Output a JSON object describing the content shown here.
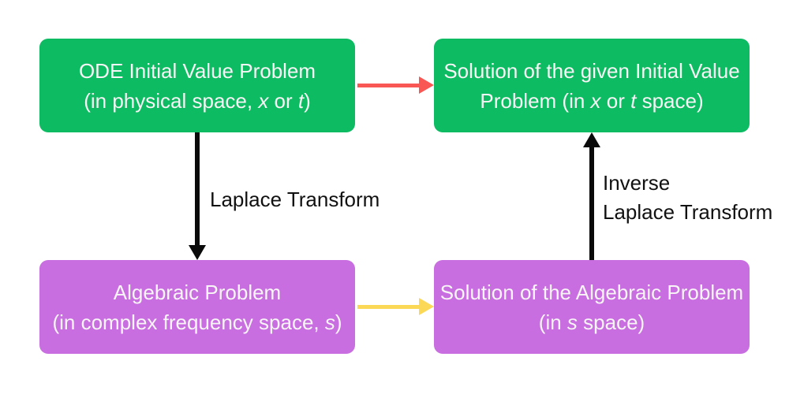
{
  "colors": {
    "background": "#ffffff",
    "green": "#0cbb62",
    "purple": "#c86ee0",
    "red": "#f95753",
    "yellow": "#fcd857",
    "arrow_black": "#0a0a0a",
    "box_text": "#f7f5f5",
    "label_text": "#111111"
  },
  "boxes": {
    "ode_ivp": {
      "line1": "ODE Initial Value Problem",
      "line2_pre": "(in physical space, ",
      "var1": "x",
      "line2_mid": " or ",
      "var2": "t",
      "line2_post": ")"
    },
    "solution_ivp": {
      "line1": "Solution of the given Initial Value",
      "line2_pre": "Problem (in ",
      "var1": "x",
      "line2_mid": " or ",
      "var2": "t",
      "line2_post": " space)"
    },
    "algebraic": {
      "line1": "Algebraic Problem",
      "line2_pre": "(in complex frequency space, ",
      "var1": "s",
      "line2_post": ")"
    },
    "solution_algebraic": {
      "line1": "Solution of the Algebraic Problem",
      "line2_pre": "(in ",
      "var1": "s",
      "line2_post": " space)"
    }
  },
  "labels": {
    "laplace": "Laplace Transform",
    "inverse_line1": "Inverse",
    "inverse_line2": "Laplace Transform"
  }
}
